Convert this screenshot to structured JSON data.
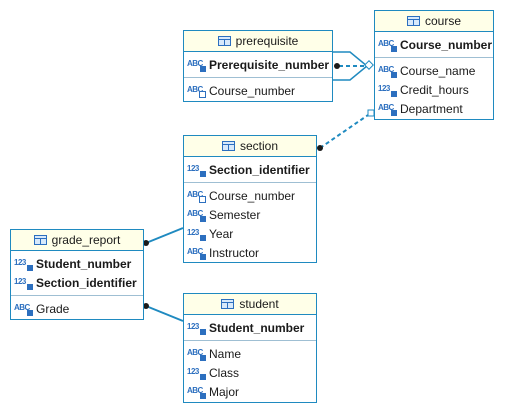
{
  "entities": {
    "prerequisite": {
      "name": "prerequisite",
      "keys": [
        {
          "name": "Prerequisite_number",
          "type": "ABC"
        }
      ],
      "fields": [
        {
          "name": "Course_number",
          "type": "ABC",
          "fk": true
        }
      ]
    },
    "course": {
      "name": "course",
      "keys": [
        {
          "name": "Course_number",
          "type": "ABC"
        }
      ],
      "fields": [
        {
          "name": "Course_name",
          "type": "ABC"
        },
        {
          "name": "Credit_hours",
          "type": "123"
        },
        {
          "name": "Department",
          "type": "ABC"
        }
      ]
    },
    "section": {
      "name": "section",
      "keys": [
        {
          "name": "Section_identifier",
          "type": "123"
        }
      ],
      "fields": [
        {
          "name": "Course_number",
          "type": "ABC",
          "fk": true
        },
        {
          "name": "Semester",
          "type": "ABC"
        },
        {
          "name": "Year",
          "type": "123"
        },
        {
          "name": "Instructor",
          "type": "ABC"
        }
      ]
    },
    "grade_report": {
      "name": "grade_report",
      "keys": [
        {
          "name": "Student_number",
          "type": "123"
        },
        {
          "name": "Section_identifier",
          "type": "123"
        }
      ],
      "fields": [
        {
          "name": "Grade",
          "type": "ABC"
        }
      ]
    },
    "student": {
      "name": "student",
      "keys": [
        {
          "name": "Student_number",
          "type": "123"
        }
      ],
      "fields": [
        {
          "name": "Name",
          "type": "ABC"
        },
        {
          "name": "Class",
          "type": "123"
        },
        {
          "name": "Major",
          "type": "ABC"
        }
      ]
    }
  },
  "colors": {
    "border": "#1f8ac0",
    "header": "#ffffe8",
    "icon": "#2c6fbf",
    "line": "#1f8ac0"
  }
}
